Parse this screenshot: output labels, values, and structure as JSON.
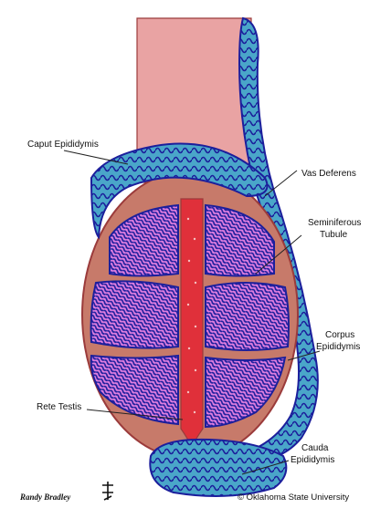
{
  "labels": {
    "caput": "Caput Epididymis",
    "vas_1": "Vas Deferens",
    "sem_1": "Seminiferous",
    "sem_2": "Tubule",
    "corpus_1": "Corpus",
    "corpus_2": "Epididymis",
    "rete": "Rete Testis",
    "cauda_1": "Cauda",
    "cauda_2": "Epididymis"
  },
  "credit": {
    "artist": "Randy Bradley",
    "copyright": "© Oklahoma State University"
  },
  "colors": {
    "spermatic_cord": "#e9a3a3",
    "duct": "#4aa6c9",
    "tubule_lines": "#1c1f9c",
    "lobule_fill": "#e27fe0",
    "septa": "#7b4a3a",
    "rete": "#e0303a",
    "testis_outline": "#9b3b3b"
  }
}
